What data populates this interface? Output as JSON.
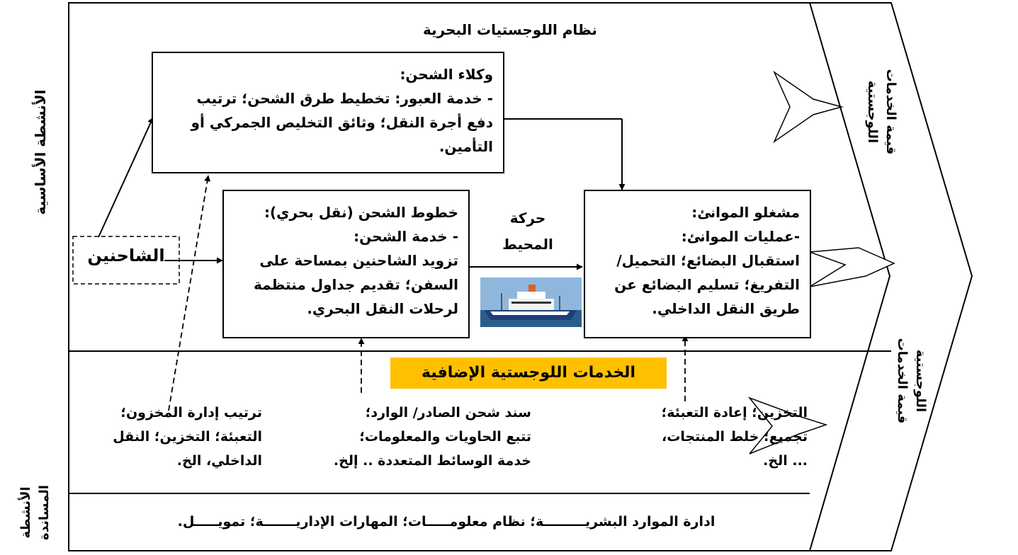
{
  "system_title": "نظام اللوجستيات البحرية",
  "side_labels": {
    "primary": "الأنشطة الأساسية",
    "support_line1": "الأنشطة",
    "support_line2": "المساندة"
  },
  "value_labels": {
    "top_line1": "قيمة الخدمات",
    "top_line2": "اللوجستية",
    "bottom_line1": "قيمة الخدمات",
    "bottom_line2": "اللوجستية"
  },
  "shippers": "الشاحنين",
  "forwarders": {
    "title": "وكلاء الشحن:",
    "line1": "- خدمة العبور: تخطيط طرق الشحن؛ ترتيب",
    "line2": "دفع أجرة النقل؛ وثائق التخليص الجمركي أو",
    "line3": "التأمين."
  },
  "shipping_lines": {
    "title": "خطوط الشحن (نقل بحري):",
    "subtitle": "- خدمة الشحن:",
    "line1": "تزويد الشاحنين بمساحة على",
    "line2": "السفن؛ تقديم جداول منتظمة",
    "line3": "لرحلات النقل البحري."
  },
  "ocean_move": {
    "line1": "حركة",
    "line2": "المحيط"
  },
  "port_operators": {
    "title": "مشغلو الموانئ:",
    "subtitle": "-عمليات الموانئ:",
    "line1": "استقبال البضائع؛ التحميل/",
    "line2": "التفريغ؛ تسليم البضائع عن",
    "line3": "طريق النقل الداخلي."
  },
  "value_added_banner": "الخدمات اللوجستية الإضافية",
  "banner_color": "#FFC000",
  "vas_right": {
    "line1": "التخزين؛ إعادة التعبئة؛",
    "line2": "تجميع؛ خلط المنتجات،",
    "line3": "... الخ."
  },
  "vas_middle": {
    "line1": "سند شحن الصادر/ الوارد؛",
    "line2": "تتبع الحاويات والمعلومات؛",
    "line3": "خدمة الوسائط المتعددة .. إلخ."
  },
  "vas_left": {
    "line1": "ترتيب إدارة المخزون؛",
    "line2": "التعبئة؛ التخزين؛ النقل",
    "line3": "الداخلي، الخ."
  },
  "support_activities": "ادارة الموارد البشريـــــــــة؛ نظام معلومـــــات؛ المهارات الإداريـــــــة؛ تمويـــــل."
}
